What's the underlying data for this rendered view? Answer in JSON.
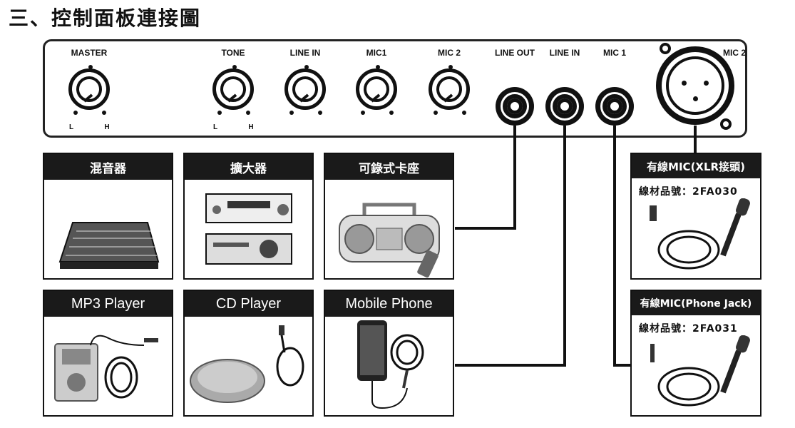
{
  "title": "三、控制面板連接圖",
  "panel": {
    "knobs": [
      {
        "label": "MASTER",
        "low": "L",
        "high": "H"
      },
      {
        "label": "TONE",
        "low": "L",
        "high": "H"
      },
      {
        "label": "LINE IN"
      },
      {
        "label": "MIC1"
      },
      {
        "label": "MIC 2"
      }
    ],
    "jacks": [
      {
        "label": "LINE OUT"
      },
      {
        "label": "LINE IN"
      },
      {
        "label": "MIC 1"
      }
    ],
    "xlr_label": "MIC 2"
  },
  "devices": [
    {
      "label": "混音器",
      "icon": "mixer-icon"
    },
    {
      "label": "擴大器",
      "icon": "amplifier-icon"
    },
    {
      "label": "可錄式卡座",
      "icon": "boombox-icon"
    },
    {
      "label": "MP3 Player",
      "icon": "mp3-player-icon"
    },
    {
      "label": "CD Player",
      "icon": "cd-player-icon"
    },
    {
      "label": "Mobile Phone",
      "icon": "mobile-phone-icon"
    }
  ],
  "mics": [
    {
      "label": "有線MIC(XLR接頭)",
      "part": "線材品號：2FA030",
      "icon": "xlr-microphone-icon"
    },
    {
      "label": "有線MIC(Phone Jack)",
      "part": "線材品號：2FA031",
      "icon": "jack-microphone-icon"
    }
  ]
}
